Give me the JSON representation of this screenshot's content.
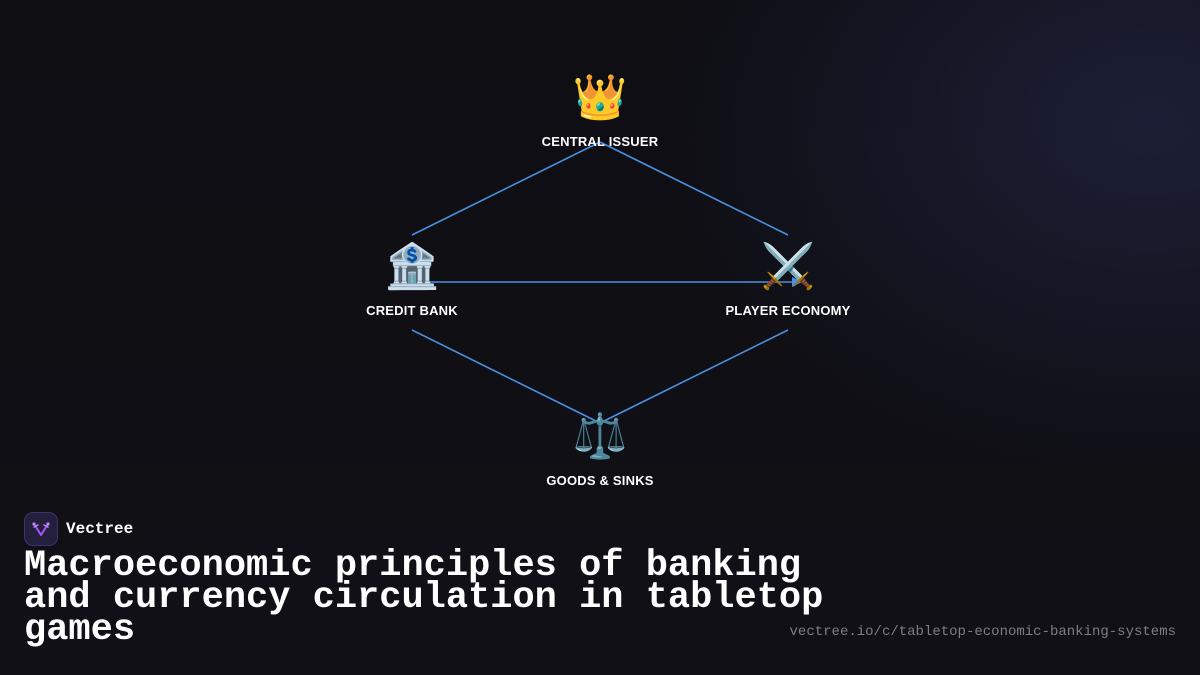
{
  "diagram": {
    "nodes": [
      {
        "id": "central",
        "icon": "crown-icon",
        "glyph": "👑",
        "label": "CENTRAL ISSUER"
      },
      {
        "id": "bank",
        "icon": "bank-icon",
        "glyph": "🏦",
        "label": "CREDIT BANK"
      },
      {
        "id": "player",
        "icon": "crossed-swords-icon",
        "glyph": "⚔️",
        "label": "PLAYER ECONOMY"
      },
      {
        "id": "goods",
        "icon": "balance-scale-icon",
        "glyph": "⚖️",
        "label": "GOODS & SINKS"
      }
    ],
    "edges": [
      {
        "from": "central",
        "to": "bank"
      },
      {
        "from": "central",
        "to": "player"
      },
      {
        "from": "bank",
        "to": "player",
        "arrow": true
      },
      {
        "from": "bank",
        "to": "goods"
      },
      {
        "from": "player",
        "to": "goods"
      }
    ],
    "edge_color": "#4a90e2"
  },
  "brand": {
    "name": "Vectree",
    "logo_color": "#a855f7"
  },
  "title": "Macroeconomic principles of banking and currency circulation in tabletop games",
  "url": "vectree.io/c/tabletop-economic-banking-systems"
}
